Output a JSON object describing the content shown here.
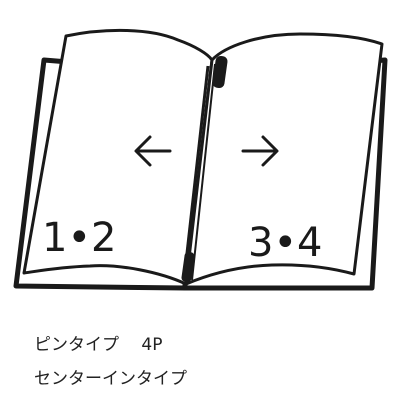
{
  "diagram": {
    "left_page_label": "1•2",
    "right_page_label": "3•4",
    "left_arrow_icon": "arrow-left-icon",
    "right_arrow_icon": "arrow-right-icon"
  },
  "captions": {
    "line1": "ピンタイプ　 4P",
    "line2": "センターインタイプ"
  },
  "colors": {
    "stroke": "#1a1a1a",
    "background": "#ffffff"
  }
}
